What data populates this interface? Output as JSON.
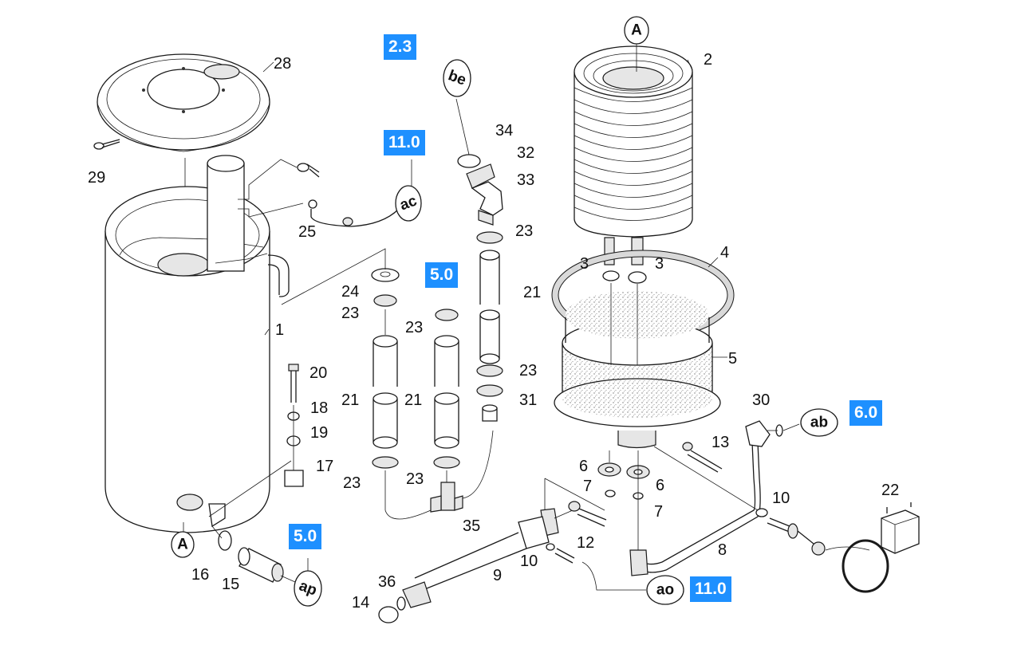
{
  "diagram": {
    "type": "exploded parts diagram",
    "part_numbers": {
      "p1": "1",
      "p2": "2",
      "p3a": "3",
      "p3b": "3",
      "p4": "4",
      "p5": "5",
      "p6a": "6",
      "p6b": "6",
      "p7a": "7",
      "p7b": "7",
      "p8": "8",
      "p9": "9",
      "p10a": "10",
      "p10b": "10",
      "p12": "12",
      "p13": "13",
      "p14": "14",
      "p15": "15",
      "p16": "16",
      "p17": "17",
      "p18": "18",
      "p19": "19",
      "p20": "20",
      "p21a": "21",
      "p21b": "21",
      "p21c": "21",
      "p22": "22",
      "p23a": "23",
      "p23b": "23",
      "p23c": "23",
      "p23d": "23",
      "p23e": "23",
      "p23f": "23",
      "p24": "24",
      "p25": "25",
      "p28": "28",
      "p29": "29",
      "p30": "30",
      "p31": "31",
      "p32": "32",
      "p33": "33",
      "p34": "34",
      "p35": "35",
      "p36": "36"
    },
    "connection_labels": {
      "be": "be",
      "ac": "ac",
      "ab": "ab",
      "ao": "ao",
      "ap": "ap",
      "A_top": "A",
      "A_bottom": "A"
    },
    "reference_boxes": {
      "ref_be": "2.3",
      "ref_ac": "11.0",
      "ref_hoses": "5.0",
      "ref_ab": "6.0",
      "ref_ap": "5.0",
      "ref_ao": "11.0"
    }
  }
}
